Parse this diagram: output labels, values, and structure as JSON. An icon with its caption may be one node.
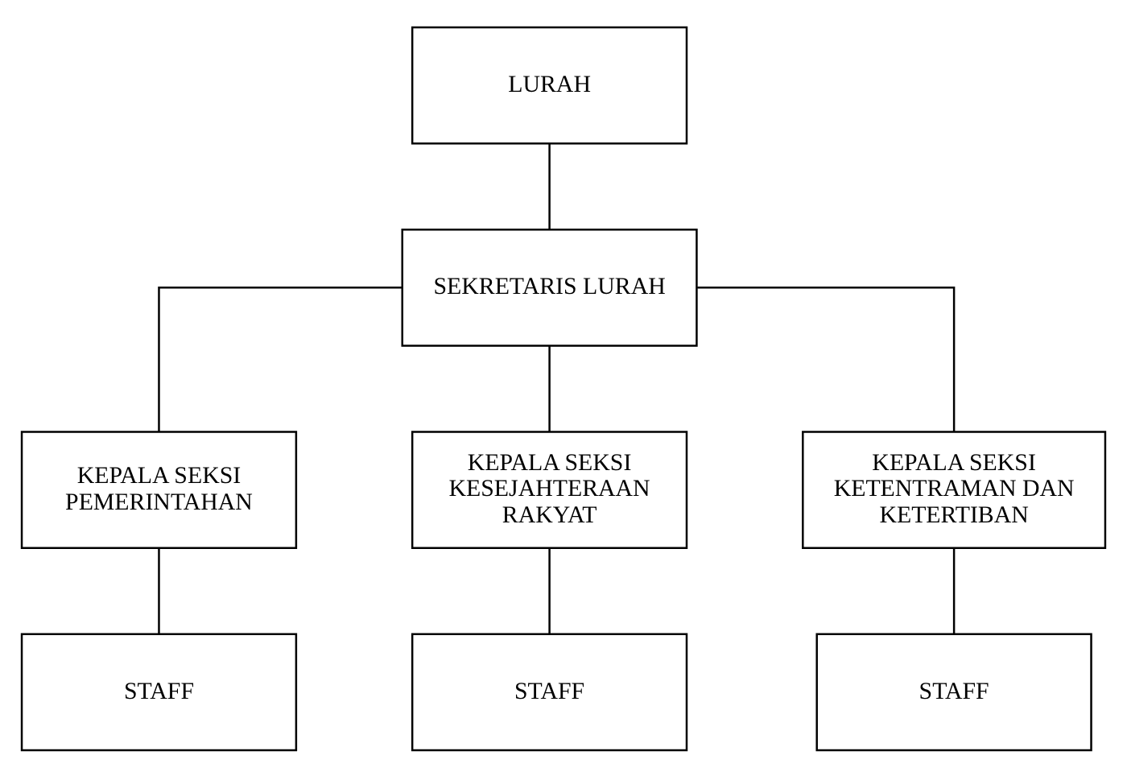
{
  "diagram": {
    "nodes": [
      {
        "text": [
          "LURAH"
        ]
      },
      {
        "text": [
          "SEKRETARIS LURAH"
        ]
      },
      {
        "text": [
          "KEPALA SEKSI PEMERINTAHAN"
        ]
      },
      {
        "text": [
          "KEPALA SEKSI KESEJAHTERAAN RAKYAT"
        ]
      },
      {
        "text": [
          "KEPALA SEKSI KETENTRAMAN DAN KETERTIBAN"
        ]
      },
      {
        "text": [
          "STAFF"
        ]
      },
      {
        "text": [
          "STAFF"
        ]
      },
      {
        "text": [
          "STAFF"
        ]
      }
    ],
    "edges": [
      {
        "from": 0,
        "to": 1,
        "arrow": "none"
      },
      {
        "from": 1,
        "to": 2,
        "arrow": "none"
      },
      {
        "from": 1,
        "to": 3,
        "arrow": "none"
      },
      {
        "from": 1,
        "to": 4,
        "arrow": "none"
      },
      {
        "from": 2,
        "to": 5,
        "arrow": "none"
      },
      {
        "from": 3,
        "to": 6,
        "arrow": "none"
      },
      {
        "from": 4,
        "to": 7,
        "arrow": "none"
      }
    ]
  }
}
